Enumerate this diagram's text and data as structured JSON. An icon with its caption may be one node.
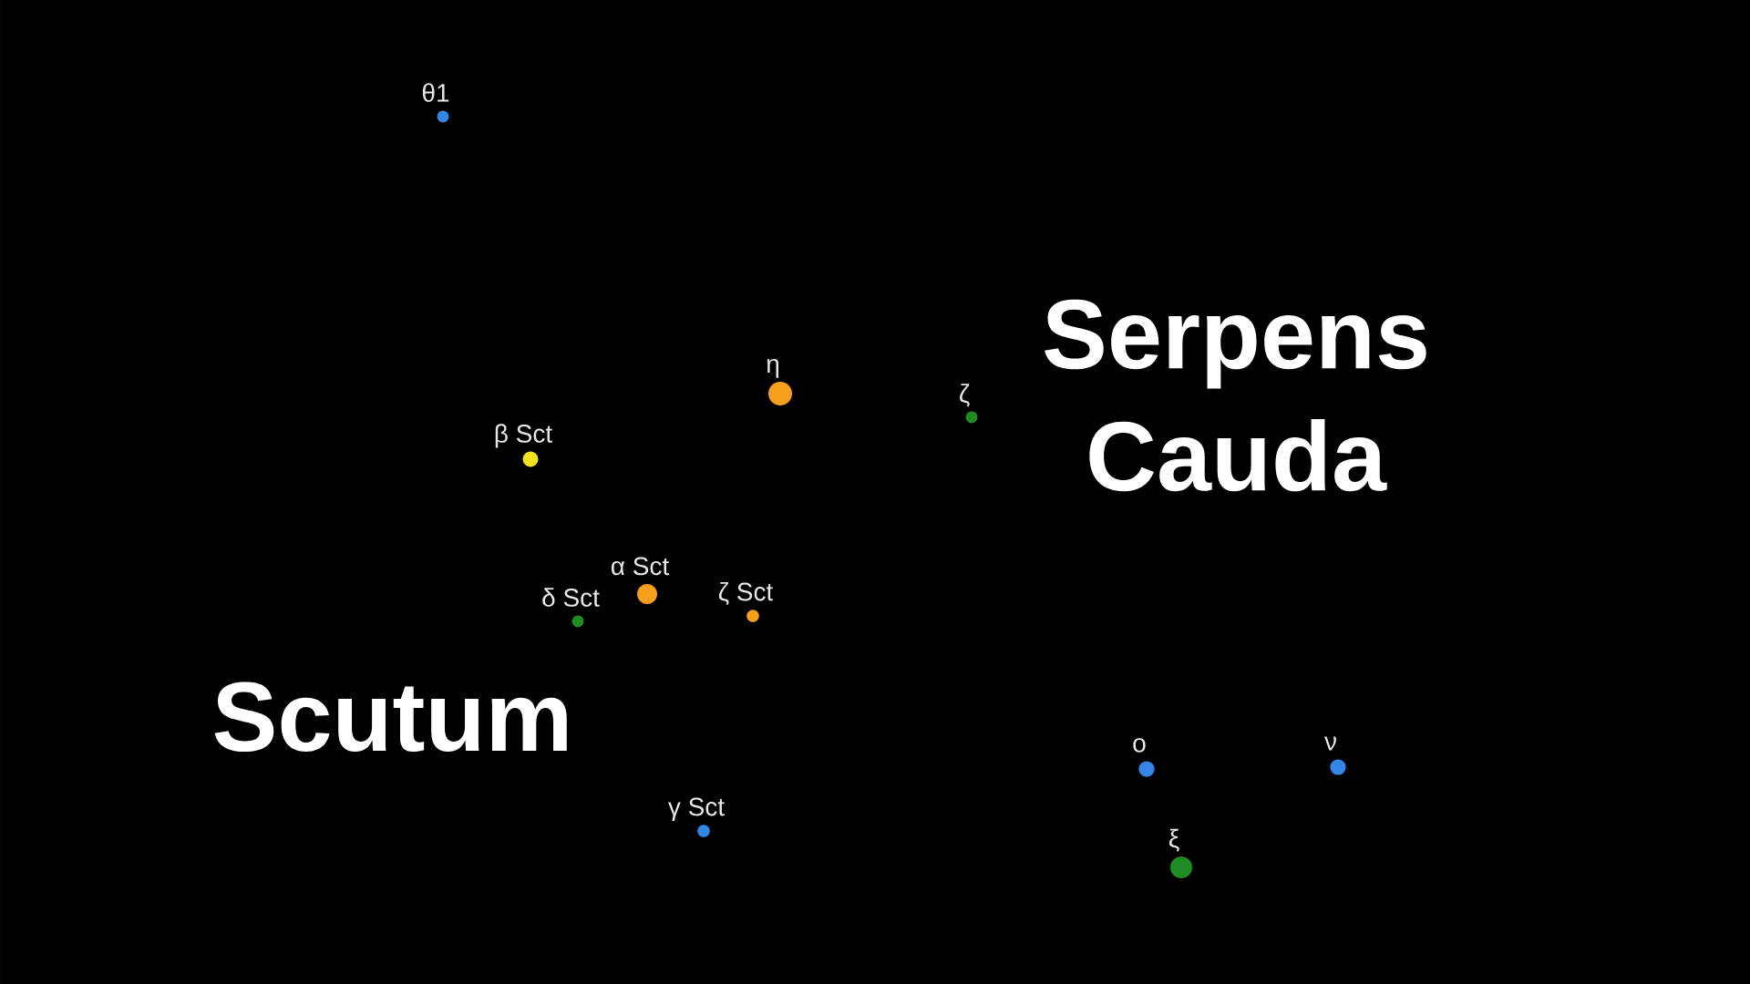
{
  "diagram": {
    "nodes": [
      {
        "text": [],
        "shape": "circle",
        "beside": [
          "θ1"
        ]
      },
      {
        "text": [],
        "shape": "circle",
        "beside": [
          "η"
        ]
      },
      {
        "text": [],
        "shape": "circle",
        "beside": [
          "ζ"
        ]
      },
      {
        "text": [],
        "shape": "circle",
        "beside": [
          "β Sct"
        ]
      },
      {
        "text": [],
        "shape": "circle",
        "beside": [
          "α Sct"
        ]
      },
      {
        "text": [],
        "shape": "circle",
        "beside": [
          "ζ Sct"
        ]
      },
      {
        "text": [],
        "shape": "circle",
        "beside": [
          "δ Sct"
        ]
      },
      {
        "text": [],
        "shape": "circle",
        "beside": [
          "ο"
        ]
      },
      {
        "text": [],
        "shape": "circle",
        "beside": [
          "ν"
        ]
      },
      {
        "text": [],
        "shape": "circle",
        "beside": [
          "γ Sct"
        ]
      },
      {
        "text": [],
        "shape": "circle",
        "beside": [
          "ξ"
        ]
      }
    ],
    "labels": [
      "Serpens Cauda",
      "Scutum"
    ]
  }
}
